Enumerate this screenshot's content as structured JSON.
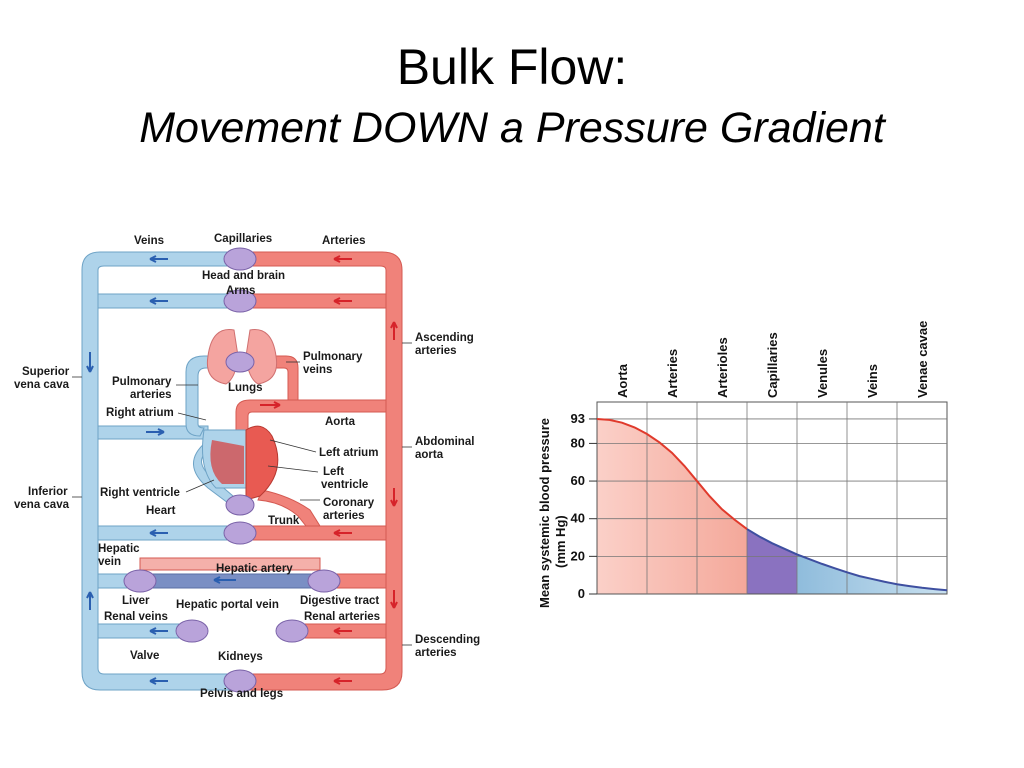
{
  "slide": {
    "title": "Bulk Flow:",
    "subtitle": "Movement DOWN a Pressure Gradient"
  },
  "diagram": {
    "labels": {
      "veins": "Veins",
      "capillaries": "Capillaries",
      "arteries": "Arteries",
      "head_brain": "Head and brain",
      "arms": "Arms",
      "ascending_1": "Ascending",
      "ascending_2": "arteries",
      "superior_1": "Superior",
      "superior_2": "vena cava",
      "pulm_veins_1": "Pulmonary",
      "pulm_veins_2": "veins",
      "pulm_art_1": "Pulmonary",
      "pulm_art_2": "arteries",
      "lungs": "Lungs",
      "right_atrium": "Right atrium",
      "aorta": "Aorta",
      "left_atrium": "Left atrium",
      "abdominal_1": "Abdominal",
      "abdominal_2": "aorta",
      "left_ventricle_1": "Left",
      "left_ventricle_2": "ventricle",
      "inferior_1": "Inferior",
      "inferior_2": "vena cava",
      "right_ventricle": "Right ventricle",
      "heart": "Heart",
      "coronary_1": "Coronary",
      "coronary_2": "arteries",
      "trunk": "Trunk",
      "hepatic_vein_1": "Hepatic",
      "hepatic_vein_2": "vein",
      "hepatic_artery": "Hepatic artery",
      "liver": "Liver",
      "hepatic_portal": "Hepatic portal vein",
      "digestive": "Digestive tract",
      "renal_veins": "Renal veins",
      "renal_arteries": "Renal arteries",
      "descending_1": "Descending",
      "descending_2": "arteries",
      "valve": "Valve",
      "kidneys": "Kidneys",
      "pelvis": "Pelvis and legs"
    },
    "colors": {
      "artery": "#f0827a",
      "vein": "#aed3ea",
      "capillary": "#b39ad6",
      "arrow_red": "#d6232a",
      "arrow_blue": "#2a5fb0"
    }
  },
  "chart_data": {
    "type": "area",
    "ylabel_1": "Mean systemic blood pressure",
    "ylabel_2": "(mm Hg)",
    "categories": [
      "Aorta",
      "Arteries",
      "Arterioles",
      "Capillaries",
      "Venules",
      "Veins",
      "Venae cavae"
    ],
    "yticks": [
      0,
      20,
      40,
      60,
      80,
      93
    ],
    "ylim": [
      0,
      102
    ],
    "x": [
      0,
      0.25,
      0.5,
      0.75,
      1.0,
      1.25,
      1.5,
      1.75,
      2.0,
      2.25,
      2.5,
      2.75,
      3.0,
      3.25,
      3.5,
      3.75,
      4.0,
      4.25,
      4.5,
      4.75,
      5.0,
      5.25,
      5.5,
      5.75,
      6.0,
      6.25,
      6.5,
      6.75,
      7.0
    ],
    "y": [
      93,
      92.5,
      91,
      88.5,
      85,
      80.5,
      75,
      68,
      60,
      52,
      45,
      39.5,
      34.5,
      30.5,
      27,
      24,
      21,
      18.5,
      16,
      13.7,
      11.5,
      9.5,
      8,
      6.5,
      5.2,
      4.2,
      3.3,
      2.6,
      2
    ],
    "regions": [
      {
        "from": 0,
        "to": 3,
        "color": "#f4a89a"
      },
      {
        "from": 3,
        "to": 4,
        "color": "#8a72c0"
      },
      {
        "from": 4,
        "to": 7,
        "color": "#8fbcdc"
      }
    ],
    "line_colors": {
      "arterial": "#e03a2c",
      "venous": "#3e4fa0"
    },
    "grid": true
  }
}
